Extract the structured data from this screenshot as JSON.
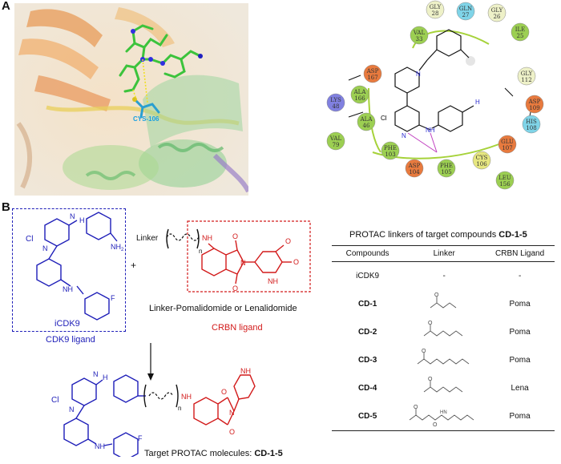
{
  "panel_a": {
    "letter": "A",
    "cys_label": "CYS-106",
    "residues": [
      {
        "name": "GLY",
        "num": "28",
        "color": "#eef1c8"
      },
      {
        "name": "GLN",
        "num": "27",
        "color": "#7fd4e8"
      },
      {
        "name": "GLY",
        "num": "26",
        "color": "#eef1c8"
      },
      {
        "name": "ILE",
        "num": "25",
        "color": "#9ccf52"
      },
      {
        "name": "VAL",
        "num": "33",
        "color": "#9ccf52"
      },
      {
        "name": "ASP",
        "num": "167",
        "color": "#e87a3e"
      },
      {
        "name": "ALA",
        "num": "166",
        "color": "#9ccf52"
      },
      {
        "name": "LYS",
        "num": "48",
        "color": "#8080e0"
      },
      {
        "name": "ALA",
        "num": "46",
        "color": "#9ccf52"
      },
      {
        "name": "VAL",
        "num": "79",
        "color": "#9ccf52"
      },
      {
        "name": "PHE",
        "num": "103",
        "color": "#9ccf52"
      },
      {
        "name": "ASP",
        "num": "104",
        "color": "#e87a3e"
      },
      {
        "name": "PHE",
        "num": "105",
        "color": "#9ccf52"
      },
      {
        "name": "CYS",
        "num": "106",
        "color": "#e6e680"
      },
      {
        "name": "GLU",
        "num": "107",
        "color": "#e87a3e"
      },
      {
        "name": "LEU",
        "num": "156",
        "color": "#9ccf52"
      },
      {
        "name": "HIS",
        "num": "108",
        "color": "#7fd4e8"
      },
      {
        "name": "ASP",
        "num": "109",
        "color": "#e87a3e"
      },
      {
        "name": "GLY",
        "num": "112",
        "color": "#eef1c8"
      }
    ],
    "ligand_atoms": {
      "cl": "Cl",
      "n": "N",
      "h": "H",
      "nh": "NH"
    }
  },
  "panel_b": {
    "letter": "B",
    "atoms": {
      "cl": "Cl",
      "n": "N",
      "h": "H",
      "nh2": "NH",
      "nh2_sub": "2",
      "f": "F",
      "o": "O",
      "nh": "NH",
      "n_sub": "n",
      "linker": "Linker",
      "plus": "+"
    },
    "icdk9_label": "iCDK9",
    "cdk9_ligand": "CDK9 ligand",
    "linker_caption": "Linker-Pomalidomide or Lenalidomide",
    "crbn_ligand": "CRBN  ligand",
    "target_caption_prefix": "Target PROTAC molecules: ",
    "target_caption_bold": "CD-1-5"
  },
  "table": {
    "title_prefix": "PROTAC linkers of target compounds ",
    "title_bold": "CD-1-5",
    "headers": [
      "Compounds",
      "Linker",
      "CRBN Ligand"
    ],
    "rows": [
      {
        "compound": "iCDK9",
        "linker": "-",
        "crbn": "-",
        "bold": false,
        "chain": 0,
        "amide": false
      },
      {
        "compound": "CD-1",
        "linker": "",
        "crbn": "Poma",
        "bold": true,
        "chain": 4,
        "amide": false
      },
      {
        "compound": "CD-2",
        "linker": "",
        "crbn": "Poma",
        "bold": true,
        "chain": 6,
        "amide": false
      },
      {
        "compound": "CD-3",
        "linker": "",
        "crbn": "Poma",
        "bold": true,
        "chain": 8,
        "amide": false
      },
      {
        "compound": "CD-4",
        "linker": "",
        "crbn": "Lena",
        "bold": true,
        "chain": 6,
        "amide": false
      },
      {
        "compound": "CD-5",
        "linker": "",
        "crbn": "Poma",
        "bold": true,
        "chain": 8,
        "amide": true
      }
    ],
    "linker_atoms": {
      "o": "O",
      "h": "H",
      "n": "N"
    }
  }
}
